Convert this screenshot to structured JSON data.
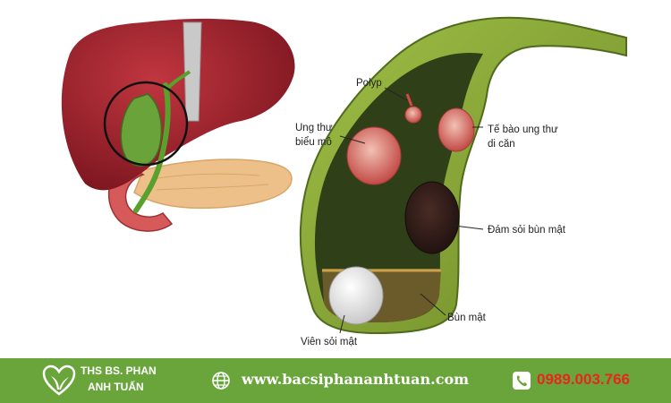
{
  "labels": {
    "polyp": "Polyp",
    "ung_thu_line1": "Ung thư",
    "ung_thu_line2": "biểu mô",
    "te_bao_line1": "Tế bào ung thư",
    "te_bao_line2": "di căn",
    "dam_soi": "Đám sỏi bùn mật",
    "bun_mat": "Bùn mật",
    "vien_soi": "Viên sỏi mật"
  },
  "footer": {
    "logo_line1": "THS BS. PHAN",
    "logo_line2": "ANH TUẤN",
    "website": "www.bacsiphananhtuan.com",
    "phone": "0989.003.766",
    "web_icon": "globe-icon",
    "phone_icon": "phone-icon",
    "logo_icon": "heart-leaf-logo"
  },
  "colors": {
    "footer_bg": "#6aa53c",
    "phone_text": "#e8261b",
    "liver": "#a8232f",
    "gallbladder_wall": "#8aa83a",
    "gallbladder_inner": "#2f4019"
  }
}
